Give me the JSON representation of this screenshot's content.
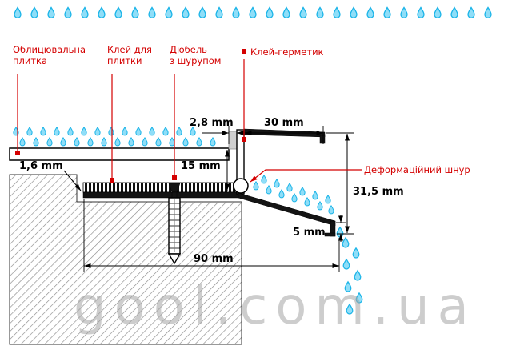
{
  "callouts": {
    "tile": {
      "line1": "Облицювальна",
      "line2": "плитка"
    },
    "glue": {
      "line1": "Клей для",
      "line2": "плитки"
    },
    "dowel": {
      "line1": "Дюбель",
      "line2": "з шурупом"
    },
    "sealant": {
      "label": "Клей-герметик"
    },
    "cord": {
      "label": "Деформаційний шнур"
    }
  },
  "dimensions": {
    "material_thickness": "1,6 mm",
    "tile_gap": "2,8 mm",
    "top_flange": "30 mm",
    "profile_height": "15 mm",
    "vertical_drop": "31,5 mm",
    "drip_lip": "5 mm",
    "base_width": "90 mm"
  },
  "watermark": "gool.com.ua",
  "colors": {
    "callout_red": "#d40000",
    "water_stroke": "#1ab4e8",
    "water_fill": "#8fdef8",
    "watermark_gray": "#a6a6a6",
    "hatch_gray": "#8a8a8a"
  }
}
